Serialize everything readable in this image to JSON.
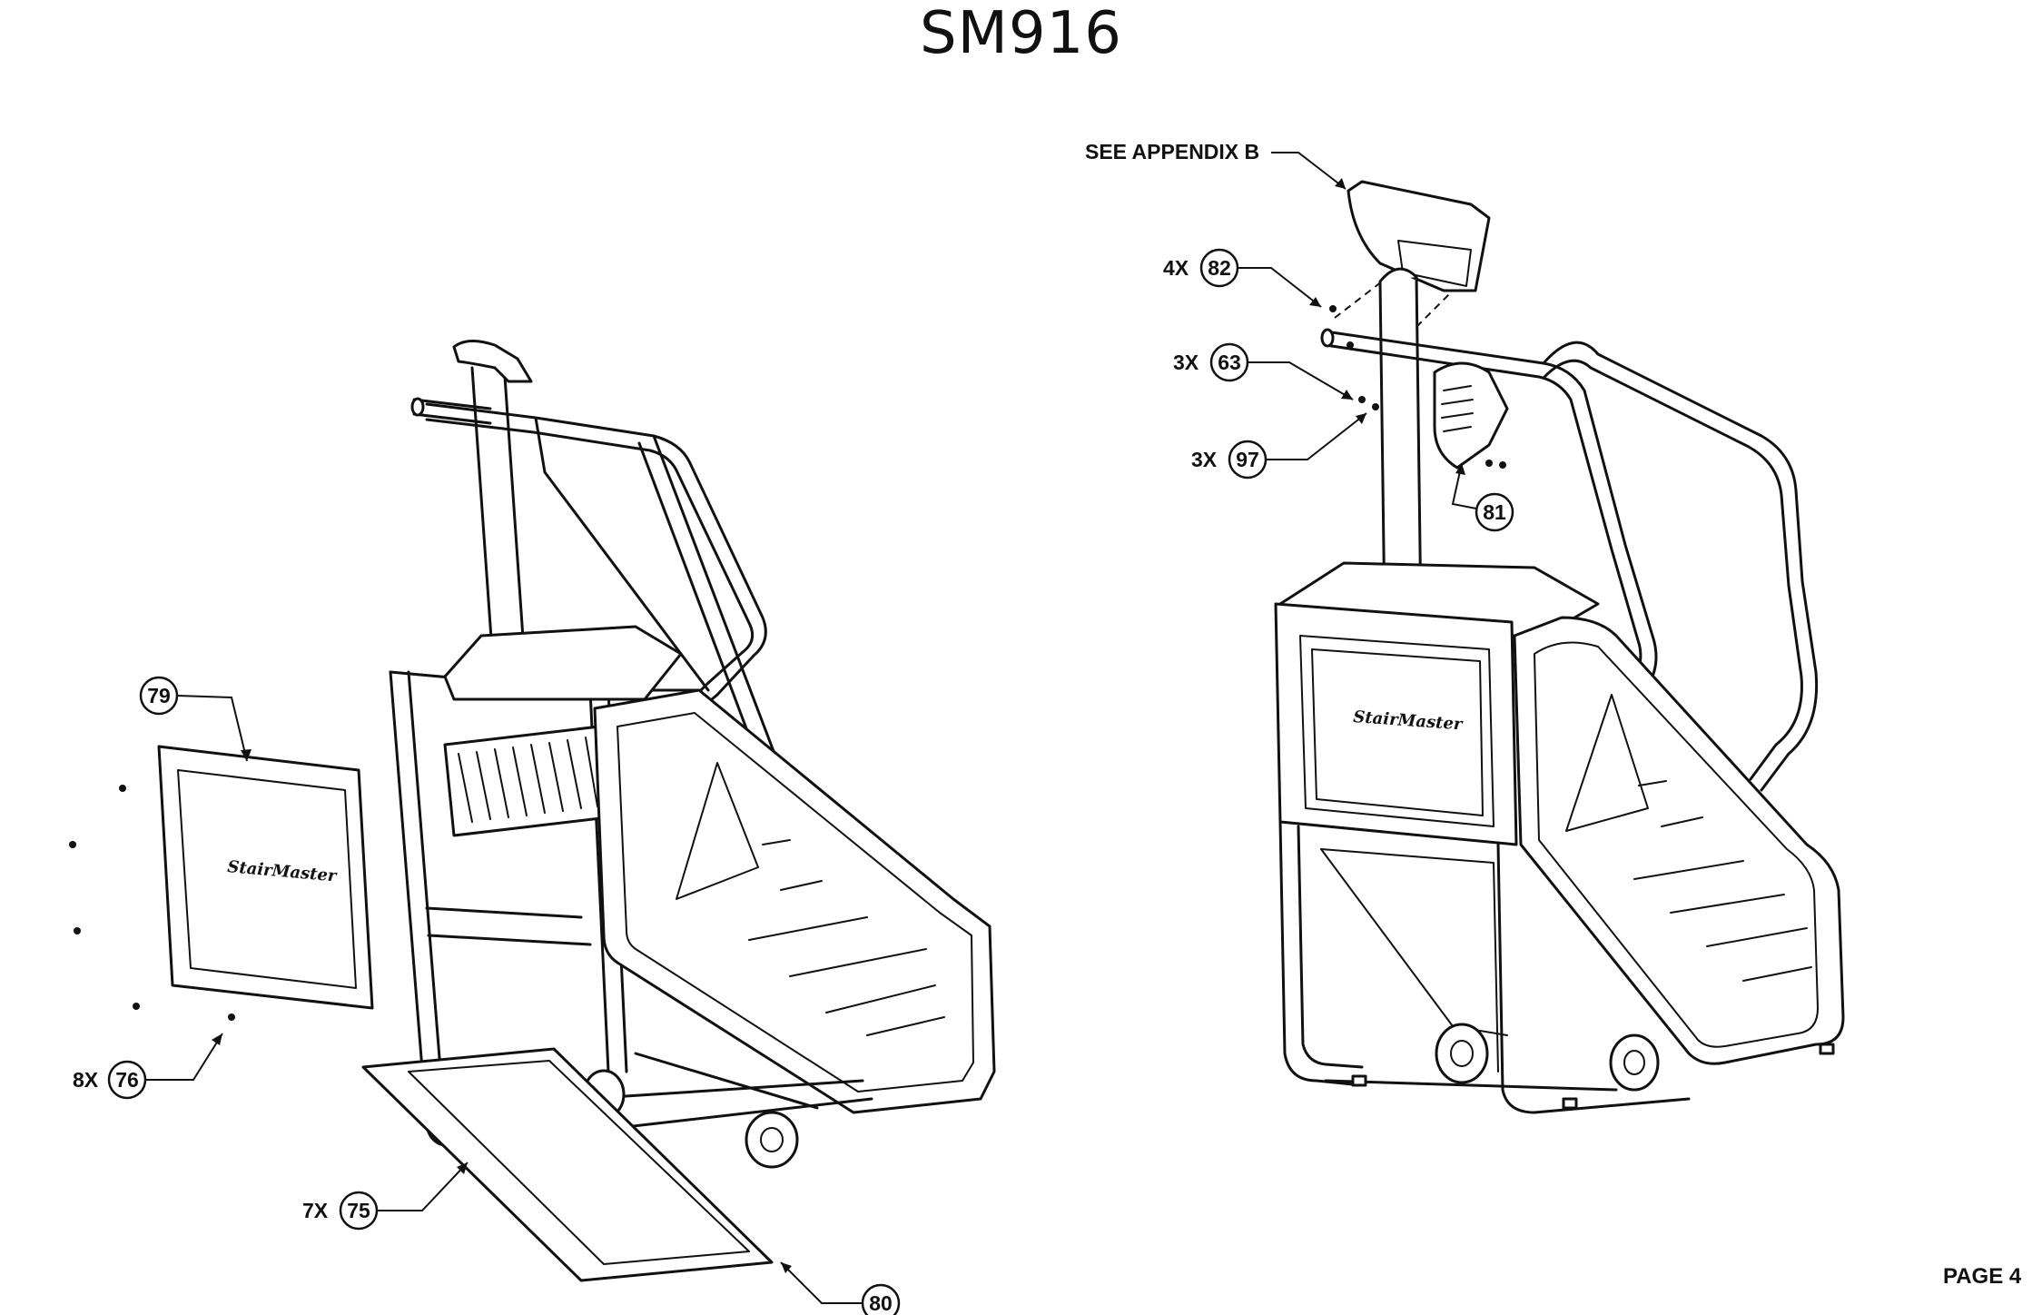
{
  "title": "SM916",
  "page_number": "PAGE 4",
  "brand_label": "StairMaster",
  "callouts": [
    {
      "id": "see-appendix",
      "text": "SEE APPENDIX B"
    },
    {
      "id": "c82",
      "qty": "4X",
      "number": "82"
    },
    {
      "id": "c63",
      "qty": "3X",
      "number": "63"
    },
    {
      "id": "c97",
      "qty": "3X",
      "number": "97"
    },
    {
      "id": "c81",
      "qty": "",
      "number": "81"
    },
    {
      "id": "c79",
      "qty": "",
      "number": "79"
    },
    {
      "id": "c76",
      "qty": "8X",
      "number": "76"
    },
    {
      "id": "c75",
      "qty": "7X",
      "number": "75"
    },
    {
      "id": "c80",
      "qty": "",
      "number": "80"
    }
  ]
}
